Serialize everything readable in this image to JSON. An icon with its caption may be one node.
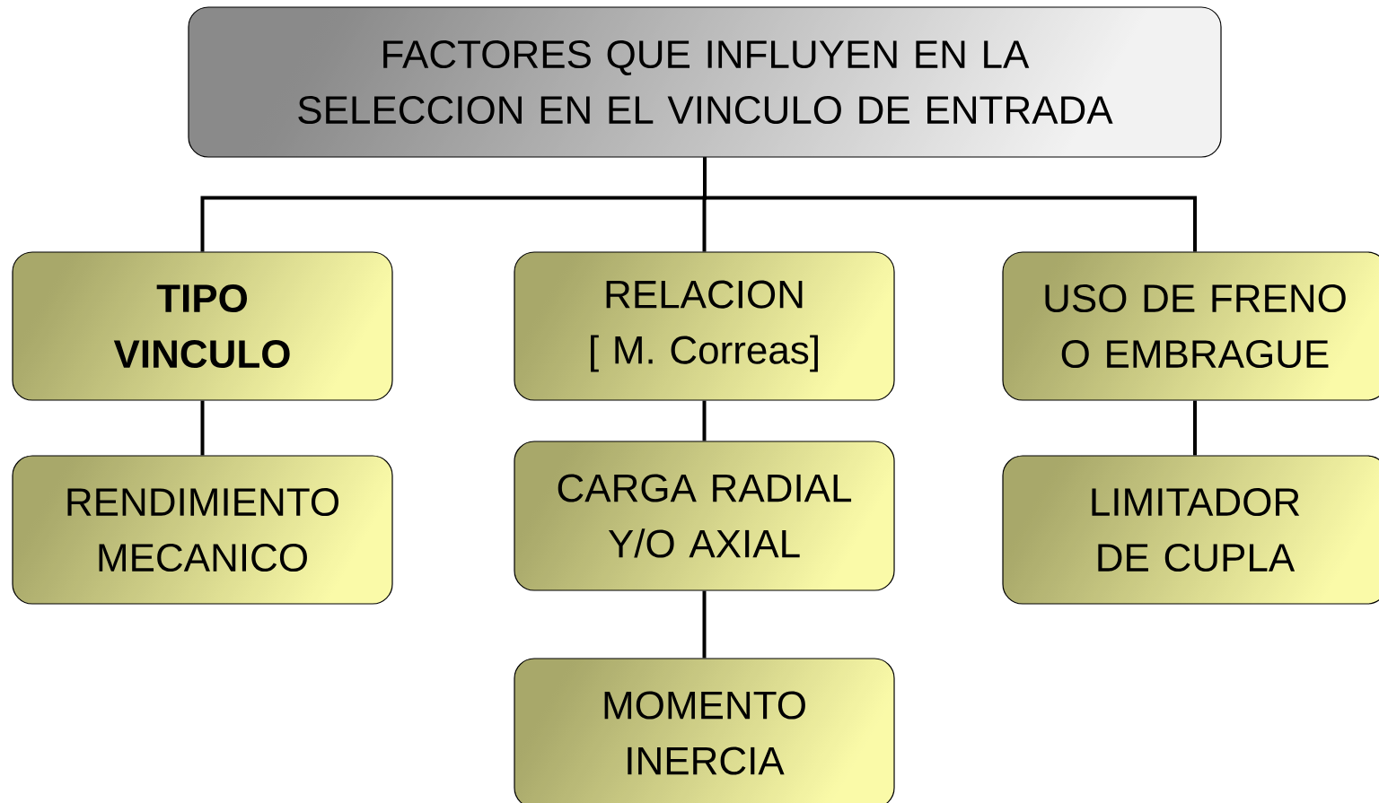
{
  "diagram": {
    "nodes": [
      {
        "text": [
          "FACTORES QUE INFLUYEN EN LA SELECCION EN EL VINCULO DE ENTRADA"
        ]
      },
      {
        "text": [
          "TIPO VINCULO"
        ]
      },
      {
        "text": [
          "RELACION",
          "[ M. Correas]"
        ]
      },
      {
        "text": [
          "USO DE FRENO O EMBRAGUE"
        ]
      },
      {
        "text": [
          "RENDIMIENTO MECANICO"
        ]
      },
      {
        "text": [
          "CARGA RADIAL Y/O AXIAL"
        ]
      },
      {
        "text": [
          "LIMITADOR DE CUPLA"
        ]
      },
      {
        "text": [
          "MOMENTO INERCIA"
        ]
      }
    ],
    "edges": [
      {
        "from": 0,
        "to": 1,
        "arrow": "none"
      },
      {
        "from": 0,
        "to": 2,
        "arrow": "none"
      },
      {
        "from": 0,
        "to": 3,
        "arrow": "none"
      },
      {
        "from": 1,
        "to": 4,
        "arrow": "none"
      },
      {
        "from": 2,
        "to": 5,
        "arrow": "none"
      },
      {
        "from": 5,
        "to": 7,
        "arrow": "none"
      },
      {
        "from": 3,
        "to": 6,
        "arrow": "none"
      }
    ]
  }
}
